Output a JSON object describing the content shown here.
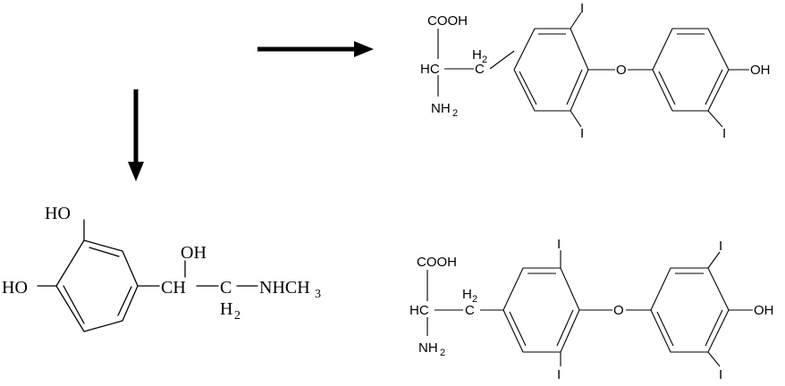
{
  "molecules": {
    "epinephrine": {
      "ho_top": "HO",
      "ho_left": "HO",
      "oh": "OH",
      "ch": "CH",
      "c": "C",
      "h2_letter": "H",
      "h2_sub": "2",
      "nhch3": "NHCH",
      "nhch3_sub": "3"
    },
    "triiodothyronine": {
      "cooh": "COOH",
      "hc": "HC",
      "h2_letter": "H",
      "h2_sub": "2",
      "c": "C",
      "nh2_letter": "NH",
      "nh2_sub": "2",
      "o": "O",
      "oh": "OH",
      "i_top": "I",
      "i_bottom": "I",
      "i_right": "I"
    },
    "thyroxine": {
      "cooh": "COOH",
      "hc": "HC",
      "h2_letter": "H",
      "h2_sub": "2",
      "c": "C",
      "nh2_letter": "NH",
      "nh2_sub": "2",
      "o": "O",
      "oh": "OH",
      "i_top1": "I",
      "i_bottom1": "I",
      "i_top2": "I",
      "i_bottom2": "I"
    }
  }
}
